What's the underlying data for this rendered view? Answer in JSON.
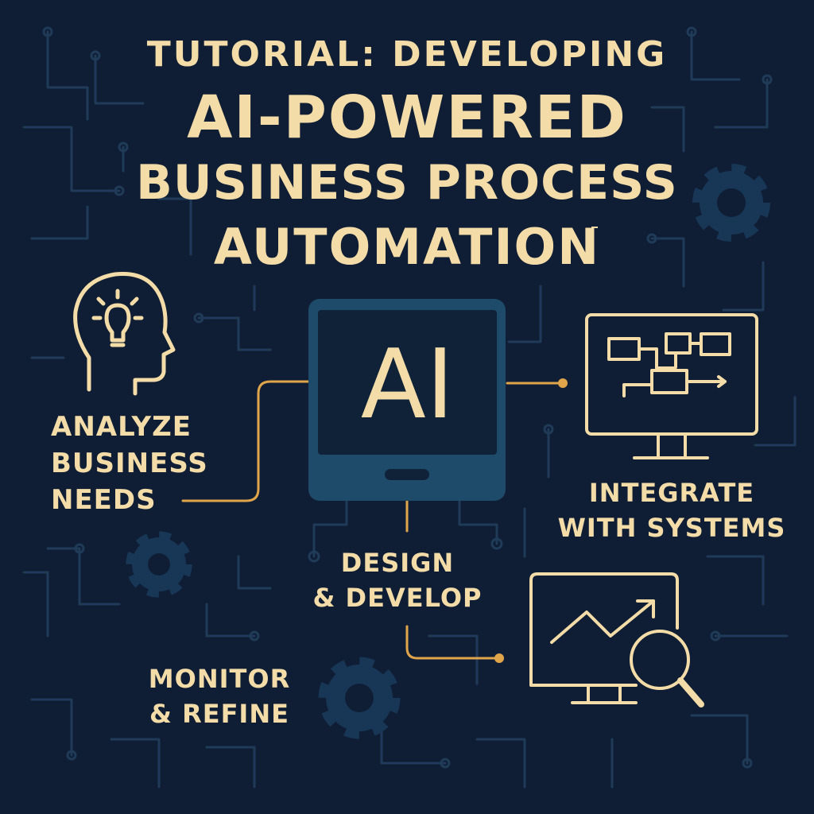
{
  "title": {
    "line1": "TUTORIAL: DEVELOPING",
    "line2": "AI-POWERED",
    "line3": "BUSINESS PROCESS",
    "line4": "AUTOMATION"
  },
  "center": {
    "label": "AI"
  },
  "steps": {
    "analyze": {
      "line1": "ANALYZE",
      "line2": "BUSINESS",
      "line3": "NEEDS",
      "icon": "head-lightbulb-icon"
    },
    "integrate": {
      "line1": "INTEGRATE",
      "line2": "WITH SYSTEMS",
      "icon": "monitor-flowchart-icon"
    },
    "design": {
      "line1": "DESIGN",
      "line2": "& DEVELOP"
    },
    "monitor": {
      "line1": "MONITOR",
      "line2": "& REFINE",
      "icon": "monitor-chart-magnifier-icon"
    }
  },
  "colors": {
    "background": "#0f1e35",
    "text": "#f3dca8",
    "icon_stroke": "#f3dca8",
    "connector": "#e0a54a",
    "circuit": "#1f3b58",
    "gear": "#183756",
    "screen_frame": "#1d4b69",
    "screen_inner": "#102238"
  }
}
